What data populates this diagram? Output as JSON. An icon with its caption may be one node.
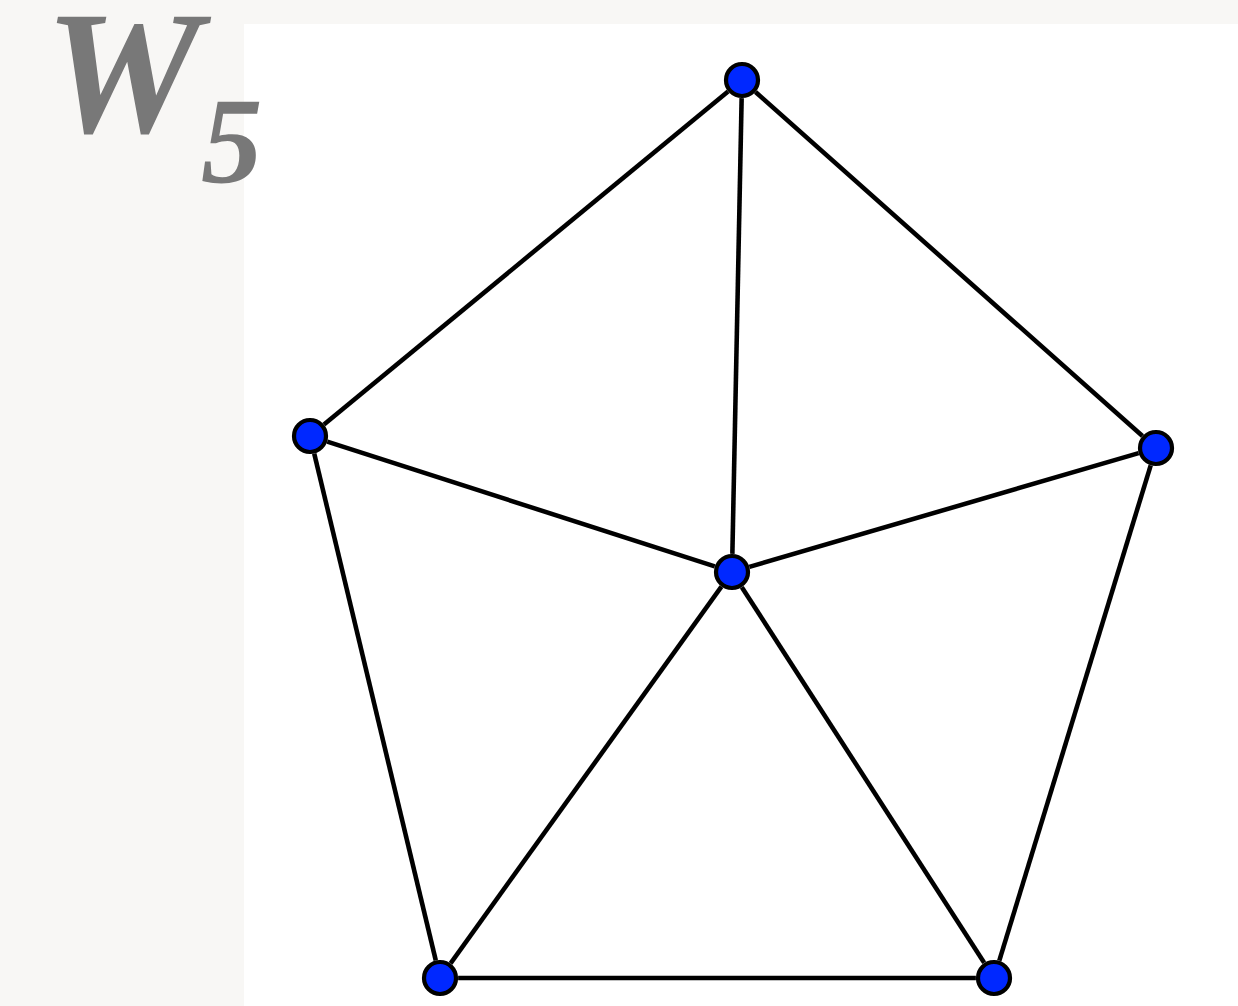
{
  "diagram": {
    "title": "W$_{5}$",
    "nodes": [
      {
        "text": [],
        "shape": "circle"
      },
      {
        "text": [],
        "shape": "circle"
      },
      {
        "text": [],
        "shape": "circle"
      },
      {
        "text": [],
        "shape": "circle"
      },
      {
        "text": [],
        "shape": "circle"
      },
      {
        "text": [],
        "shape": "circle"
      }
    ],
    "edges": [
      {
        "from": 0,
        "to": 1,
        "arrow": "none"
      },
      {
        "from": 0,
        "to": 2,
        "arrow": "none"
      },
      {
        "from": 0,
        "to": 3,
        "arrow": "none"
      },
      {
        "from": 1,
        "to": 3,
        "arrow": "none"
      },
      {
        "from": 2,
        "to": 3,
        "arrow": "none"
      },
      {
        "from": 1,
        "to": 4,
        "arrow": "none"
      },
      {
        "from": 2,
        "to": 5,
        "arrow": "none"
      },
      {
        "from": 3,
        "to": 4,
        "arrow": "none"
      },
      {
        "from": 3,
        "to": 5,
        "arrow": "none"
      },
      {
        "from": 4,
        "to": 5,
        "arrow": "none"
      }
    ]
  }
}
